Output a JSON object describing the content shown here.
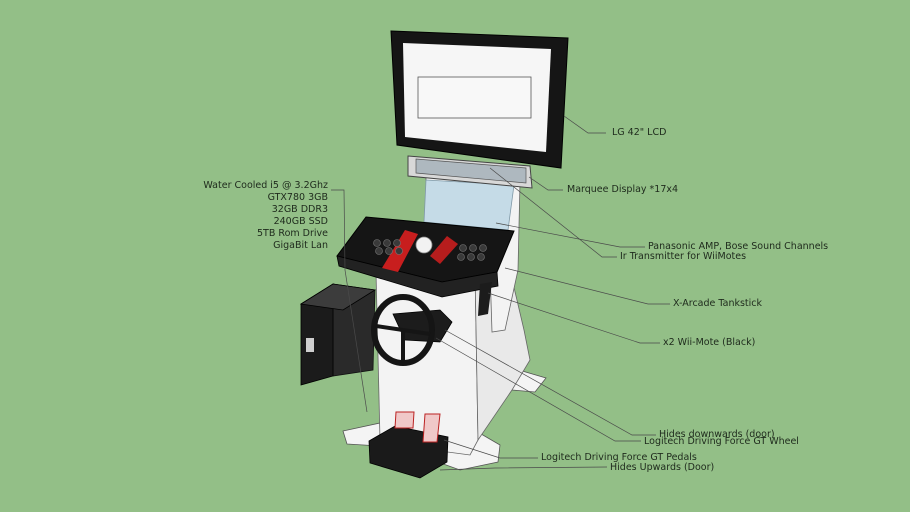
{
  "title": "",
  "specs": [
    "Water Cooled i5 @ 3.2Ghz",
    "GTX780 3GB",
    "32GB DDR3",
    "240GB SSD",
    "5TB Rom Drive",
    "GigaBit Lan"
  ],
  "callouts": {
    "lcd": "LG 42\" LCD",
    "marquee": "Marquee Display *17x4",
    "amp": "Panasonic AMP, Bose Sound Channels",
    "ir": "Ir Transmitter for WiiMotes",
    "tankstick": "X-Arcade Tankstick",
    "wiimote": "x2 Wii-Mote (Black)",
    "door_down": "Hides downwards (door)",
    "wheel": "Logitech Driving Force GT Wheel",
    "pedals": "Logitech Driving Force GT Pedals",
    "door_up": "Hides Upwards (Door)"
  },
  "colors": {
    "background": "#93bf87",
    "cabinet": "#f2f2f2",
    "black": "#111111",
    "button_red": "#c81e1e"
  }
}
